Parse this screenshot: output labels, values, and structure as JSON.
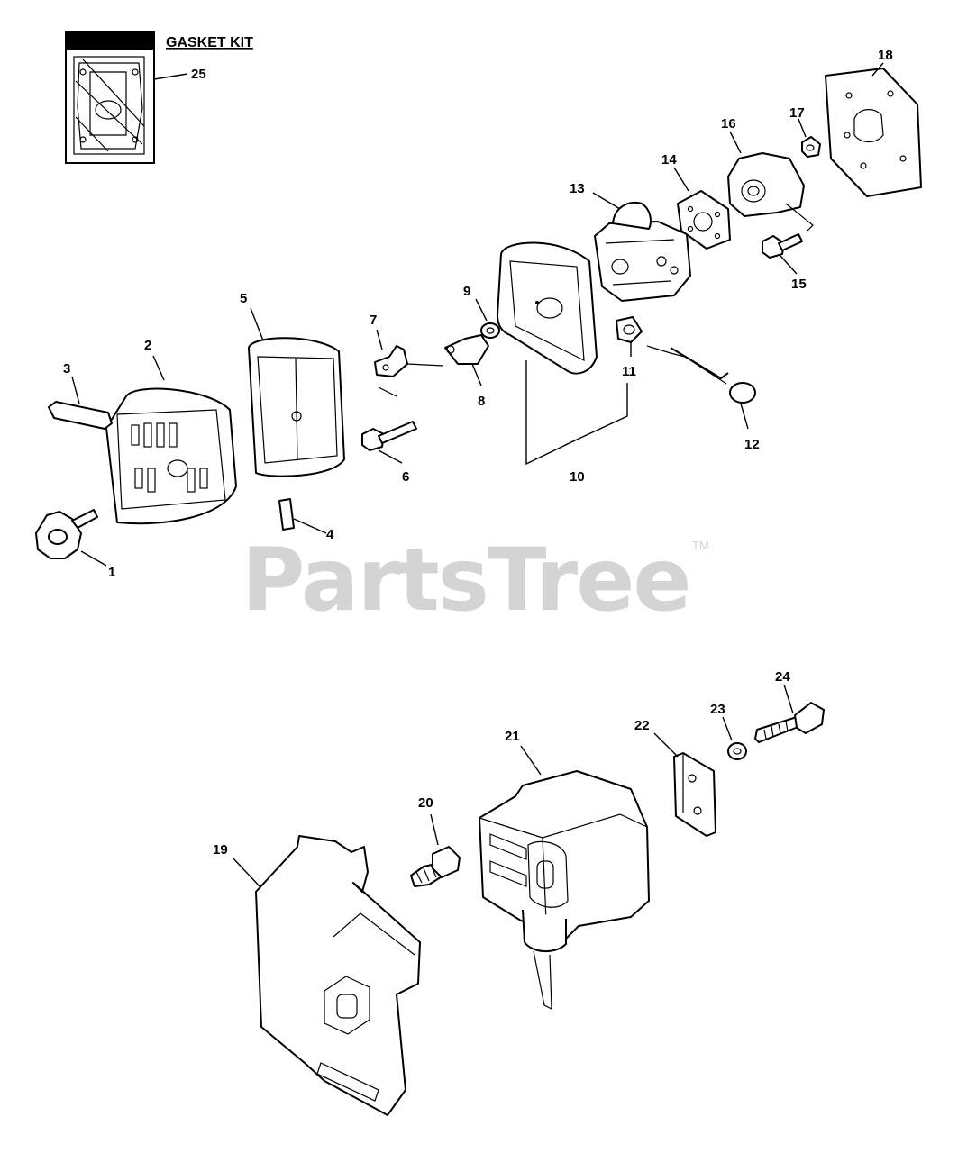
{
  "gasket_kit": {
    "title": "GASKET KIT",
    "number": "25"
  },
  "watermark": {
    "text": "PartsTree",
    "trademark": "TM"
  },
  "callouts": [
    "1",
    "2",
    "3",
    "4",
    "5",
    "6",
    "7",
    "8",
    "9",
    "10",
    "11",
    "12",
    "13",
    "14",
    "15",
    "16",
    "17",
    "18",
    "19",
    "20",
    "21",
    "22",
    "23",
    "24"
  ]
}
